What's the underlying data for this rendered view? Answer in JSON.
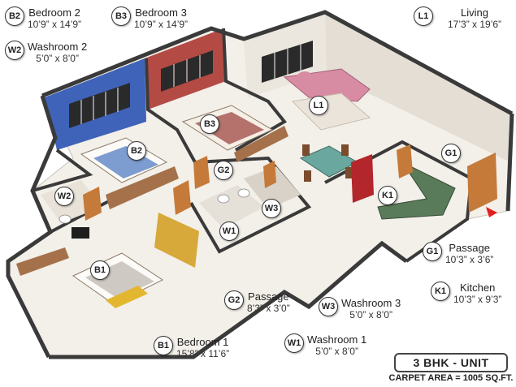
{
  "rooms": {
    "b1": {
      "code": "B1",
      "name": "Bedroom 1",
      "dims": "15’8” x 11’6”"
    },
    "b2": {
      "code": "B2",
      "name": "Bedroom 2",
      "dims": "10’9” x 14’9”"
    },
    "b3": {
      "code": "B3",
      "name": "Bedroom 3",
      "dims": "10’9” x 14’9”"
    },
    "w1": {
      "code": "W1",
      "name": "Washroom 1",
      "dims": "5’0” x 8’0”"
    },
    "w2": {
      "code": "W2",
      "name": "Washroom 2",
      "dims": "5’0” x 8’0”"
    },
    "w3": {
      "code": "W3",
      "name": "Washroom 3",
      "dims": "5’0” x 8’0”"
    },
    "l1": {
      "code": "L1",
      "name": "Living",
      "dims": "17’3” x 19’6”"
    },
    "k1": {
      "code": "K1",
      "name": "Kitchen",
      "dims": "10’3” x 9’3”"
    },
    "g1": {
      "code": "G1",
      "name": "Passage",
      "dims": "10’3” x 3’6”"
    },
    "g2": {
      "code": "G2",
      "name": "Passage",
      "dims": "8’3” x 3’0”"
    }
  },
  "unit": {
    "type": "3 BHK - UNIT",
    "carpet_area": "CARPET AREA = 1005 SQ.FT."
  },
  "colors": {
    "floor": "#f3efe9",
    "wall_top": "#3a3a3a",
    "wall_side": "#d9d4cc",
    "bedroom2_wall": "#3f63b8",
    "bedroom3_wall": "#b44a44",
    "wood": "#a5714a",
    "sofa": "#d88ca3",
    "fridge": "#b3262b"
  }
}
